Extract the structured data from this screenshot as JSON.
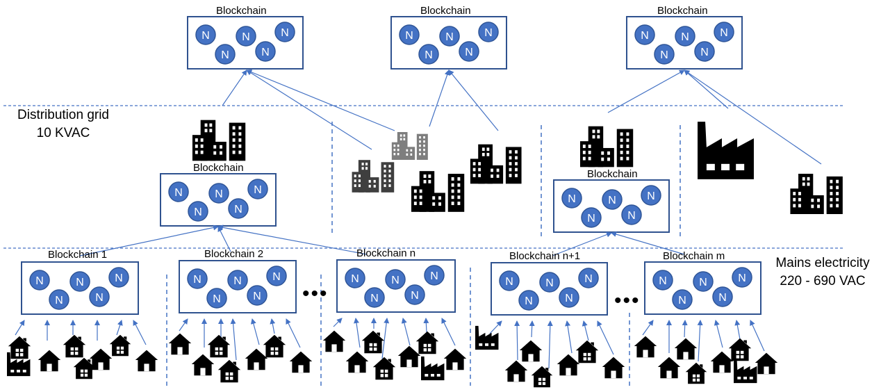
{
  "labels": {
    "distribution_grid_line1": "Distribution grid",
    "distribution_grid_line2": "10 KVAC",
    "mains_line1": "Mains electricity",
    "mains_line2": "220 - 690 VAC",
    "ellipsis": "•••"
  },
  "node_letter": "N",
  "blockchains": {
    "top_1": "Blockchain",
    "top_2": "Blockchain",
    "top_3": "Blockchain",
    "middle_left": "Blockchain",
    "middle_right": "Blockchain",
    "bottom_1": "Blockchain 1",
    "bottom_2": "Blockchain 2",
    "bottom_n": "Blockchain n",
    "bottom_n1": "Blockchain  n+1",
    "bottom_m": "Blockchain m"
  },
  "colors": {
    "node_fill": "#4472C4",
    "node_stroke": "#2F5597",
    "box_stroke": "#2F528F",
    "arrow": "#4472C4",
    "divider": "#4472C4",
    "building": "#000000",
    "building_grey": "#808080",
    "building_dark_grey": "#404040"
  },
  "icons": [
    "node-icon",
    "office-building-icon",
    "house-icon",
    "factory-icon"
  ]
}
